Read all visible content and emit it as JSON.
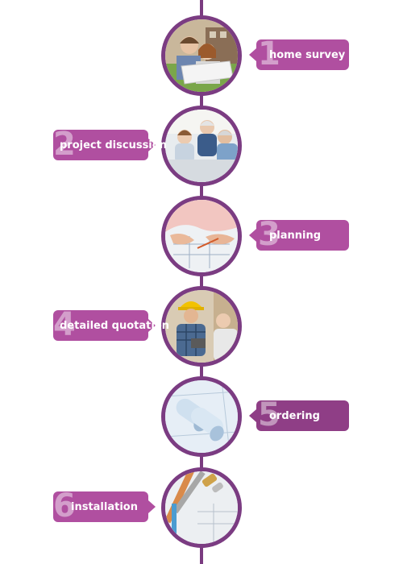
{
  "colors": {
    "spine": "#7a3b80",
    "ring": "#7b3c82",
    "label": "#b04fa0",
    "label_active": "#8f3e86"
  },
  "steps": [
    {
      "num": "1",
      "label": "home survey",
      "side": "right",
      "image_icon": "couple-with-plans-photo"
    },
    {
      "num": "2",
      "label": "project discussion",
      "side": "left",
      "image_icon": "family-meeting-photo"
    },
    {
      "num": "3",
      "label": "planning",
      "side": "right",
      "image_icon": "hands-on-blueprint-photo"
    },
    {
      "num": "4",
      "label": "detailed quotation",
      "side": "left",
      "image_icon": "builder-with-clipboard-photo"
    },
    {
      "num": "5",
      "label": "ordering",
      "side": "right",
      "image_icon": "rolled-blueprints-photo"
    },
    {
      "num": "6",
      "label": "installation",
      "side": "left",
      "image_icon": "pipes-and-tools-photo"
    }
  ]
}
